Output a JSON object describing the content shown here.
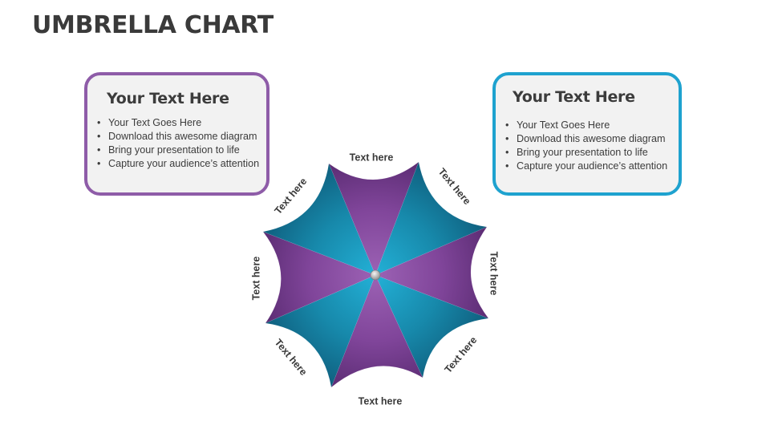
{
  "title": "UMBRELLA CHART",
  "cards": [
    {
      "heading": "Your Text Here",
      "bullets": [
        "Your Text Goes Here",
        "Download this awesome diagram",
        "Bring your presentation to life",
        "Capture your audience’s attention"
      ],
      "border_color": "#8e5ca8"
    },
    {
      "heading": "Your Text Here",
      "bullets": [
        "Your Text Goes Here",
        "Download this awesome diagram",
        "Bring your presentation to life",
        "Capture your audience’s attention"
      ],
      "border_color": "#1ea2cf"
    }
  ],
  "umbrella": {
    "segment_colors": [
      "#8b4fa0",
      "#1a92b4",
      "#8b4fa0",
      "#1a92b4",
      "#8b4fa0",
      "#1a92b4",
      "#8b4fa0",
      "#1a92b4"
    ],
    "labels": [
      "Text here",
      "Text here",
      "Text here",
      "Text here",
      "Text here",
      "Text here",
      "Text here",
      "Text here"
    ]
  }
}
